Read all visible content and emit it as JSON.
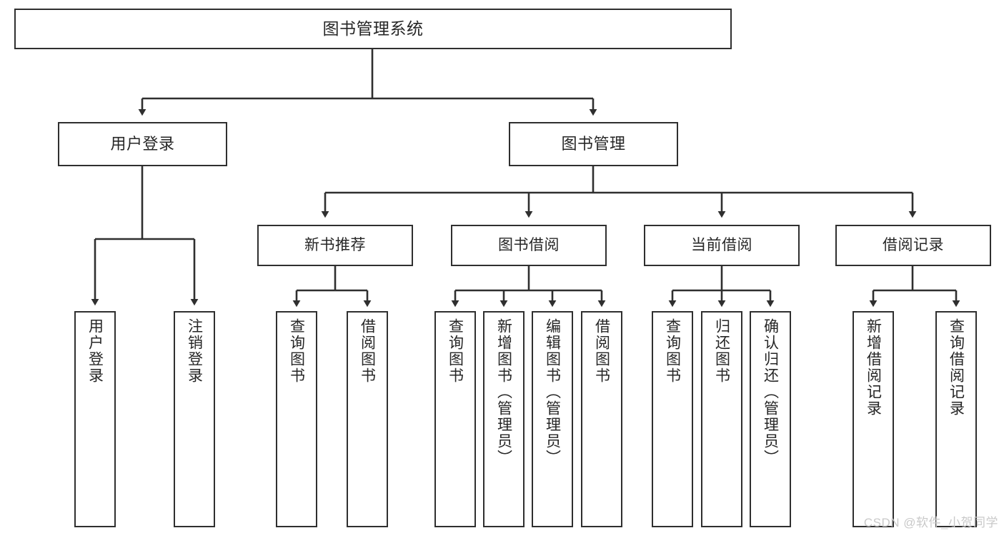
{
  "diagram": {
    "title": "图书管理系统",
    "watermark": "CSDN @软件_小贺同学",
    "colors": {
      "stroke": "#2f2f2f",
      "fill": "#ffffff",
      "text": "#262626",
      "watermark": "#c9c9c9"
    },
    "nodes": {
      "root": {
        "label": "图书管理系统",
        "level": 0,
        "orientation": "horizontal"
      },
      "user_login": {
        "label": "用户登录",
        "level": 1,
        "orientation": "horizontal"
      },
      "book_manage": {
        "label": "图书管理",
        "level": 1,
        "orientation": "horizontal"
      },
      "new_book_rec": {
        "label": "新书推荐",
        "level": 2,
        "orientation": "horizontal"
      },
      "book_borrow": {
        "label": "图书借阅",
        "level": 2,
        "orientation": "horizontal"
      },
      "current_borrow": {
        "label": "当前借阅",
        "level": 2,
        "orientation": "horizontal"
      },
      "borrow_record": {
        "label": "借阅记录",
        "level": 2,
        "orientation": "horizontal"
      },
      "leaf_user_login": {
        "label": "用户登录",
        "level": 3,
        "orientation": "vertical"
      },
      "leaf_logout": {
        "label": "注销登录",
        "level": 3,
        "orientation": "vertical"
      },
      "leaf_query_book_1": {
        "label": "查询图书",
        "level": 3,
        "orientation": "vertical"
      },
      "leaf_borrow_book_1": {
        "label": "借阅图书",
        "level": 3,
        "orientation": "vertical"
      },
      "leaf_query_book_2": {
        "label": "查询图书",
        "level": 3,
        "orientation": "vertical"
      },
      "leaf_add_book": {
        "label": "新增图书（管理员）",
        "level": 3,
        "orientation": "vertical"
      },
      "leaf_edit_book": {
        "label": "编辑图书（管理员）",
        "level": 3,
        "orientation": "vertical"
      },
      "leaf_borrow_book_2": {
        "label": "借阅图书",
        "level": 3,
        "orientation": "vertical"
      },
      "leaf_query_book_3": {
        "label": "查询图书",
        "level": 3,
        "orientation": "vertical"
      },
      "leaf_return_book": {
        "label": "归还图书",
        "level": 3,
        "orientation": "vertical"
      },
      "leaf_confirm_return": {
        "label": "确认归还（管理员）",
        "level": 3,
        "orientation": "vertical"
      },
      "leaf_add_record": {
        "label": "新增借阅记录",
        "level": 3,
        "orientation": "vertical"
      },
      "leaf_query_record": {
        "label": "查询借阅记录",
        "level": 3,
        "orientation": "vertical"
      }
    },
    "edges": [
      {
        "from": "root",
        "to": "user_login"
      },
      {
        "from": "root",
        "to": "book_manage"
      },
      {
        "from": "user_login",
        "to": "leaf_user_login"
      },
      {
        "from": "user_login",
        "to": "leaf_logout"
      },
      {
        "from": "book_manage",
        "to": "new_book_rec"
      },
      {
        "from": "book_manage",
        "to": "book_borrow"
      },
      {
        "from": "book_manage",
        "to": "current_borrow"
      },
      {
        "from": "book_manage",
        "to": "borrow_record"
      },
      {
        "from": "new_book_rec",
        "to": "leaf_query_book_1"
      },
      {
        "from": "new_book_rec",
        "to": "leaf_borrow_book_1"
      },
      {
        "from": "book_borrow",
        "to": "leaf_query_book_2"
      },
      {
        "from": "book_borrow",
        "to": "leaf_add_book"
      },
      {
        "from": "book_borrow",
        "to": "leaf_edit_book"
      },
      {
        "from": "book_borrow",
        "to": "leaf_borrow_book_2"
      },
      {
        "from": "current_borrow",
        "to": "leaf_query_book_3"
      },
      {
        "from": "current_borrow",
        "to": "leaf_return_book"
      },
      {
        "from": "current_borrow",
        "to": "leaf_confirm_return"
      },
      {
        "from": "borrow_record",
        "to": "leaf_add_record"
      },
      {
        "from": "borrow_record",
        "to": "leaf_query_record"
      }
    ]
  }
}
